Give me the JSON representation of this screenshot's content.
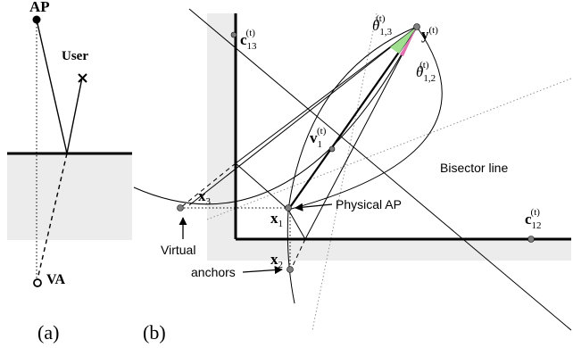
{
  "panel_a": {
    "ap_label": "AP",
    "user_label": "User",
    "va_label": "VA",
    "caption": "(a)"
  },
  "panel_b": {
    "caption": "(b)",
    "c13": {
      "base": "c",
      "sub": "13",
      "sup": "(t)"
    },
    "c12": {
      "base": "c",
      "sub": "12",
      "sup": "(t)"
    },
    "y": {
      "base": "y",
      "sup": "(t)"
    },
    "theta13": {
      "base": "θ",
      "sub": "1,3",
      "sup": "(t)"
    },
    "theta12": {
      "base": "θ",
      "sub": "1,2",
      "sup": "(t)"
    },
    "v1": {
      "base": "v",
      "sub": "1",
      "sup": "(t)"
    },
    "x1": {
      "base": "x",
      "sub": "1"
    },
    "x2": {
      "base": "x",
      "sub": "2"
    },
    "x3": {
      "base": "x",
      "sub": "3"
    },
    "bisector_label": "Bisector line",
    "physical_ap_label": "Physical AP",
    "virtual_anchors_line1": "Virtual",
    "virtual_anchors_line2": "anchors"
  },
  "colors": {
    "wall_fill": "#ececec",
    "angle_green": "#9fdf8f",
    "angle_pink": "#e070b0",
    "anchor_fill": "#808080"
  }
}
